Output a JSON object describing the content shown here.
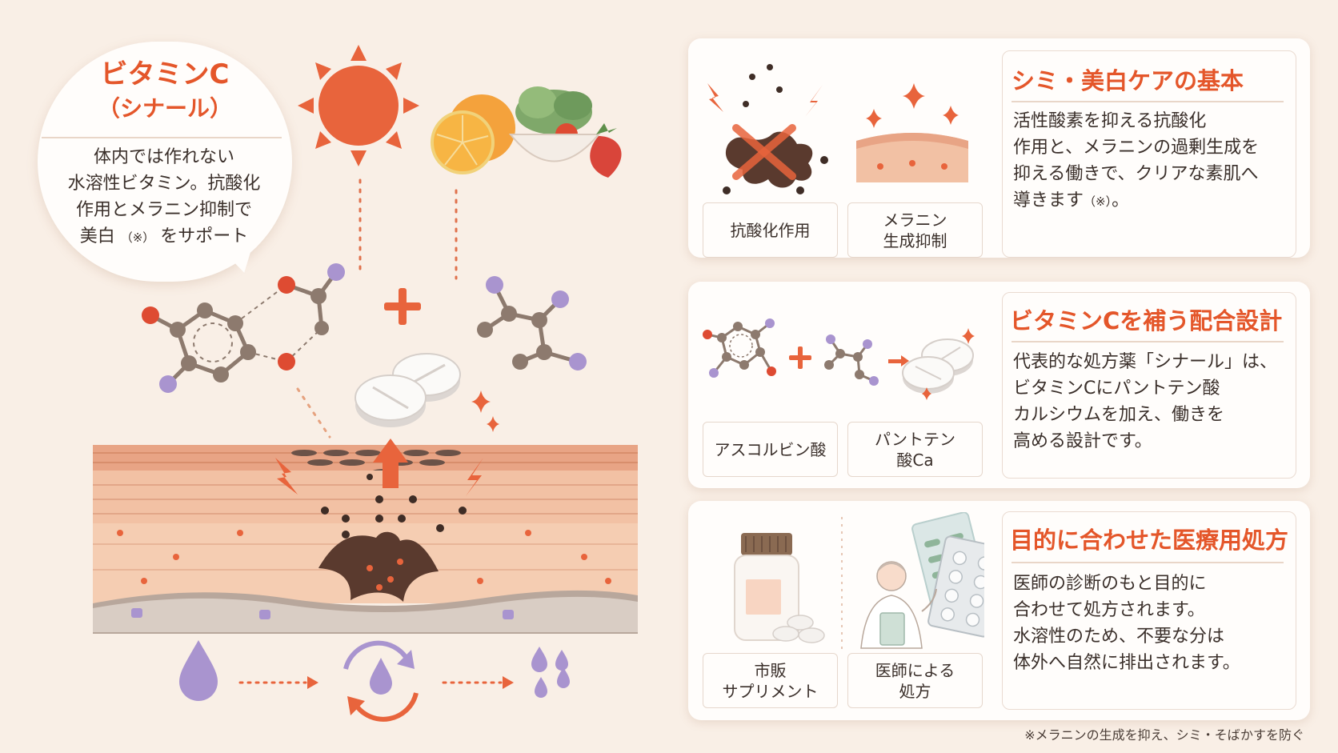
{
  "bubble": {
    "title": "ビタミンC",
    "subtitle": "（シナール）",
    "body_lines": [
      "体内では作れない",
      "水溶性ビタミン。抗酸化",
      "作用とメラニン抑制で"
    ],
    "body_last_pre": "美白",
    "body_last_note": "（※）",
    "body_last_post": "をサポート"
  },
  "cards": {
    "whitening": {
      "title": "シミ・美白ケアの基本",
      "text_lines": [
        "活性酸素を抑える抗酸化",
        "作用と、メラニンの過剰生成を",
        "抑える働きで、クリアな素肌へ"
      ],
      "text_last_pre": "導きます",
      "text_last_note": "（※）",
      "text_last_post": "。",
      "tag1": "抗酸化作用",
      "tag2_line1": "メラニン",
      "tag2_line2": "生成抑制"
    },
    "formula": {
      "title": "ビタミンCを補う配合設計",
      "text_lines": [
        "代表的な処方薬「シナール」は、",
        "ビタミンCにパントテン酸",
        "カルシウムを加え、働きを",
        "高める設計です。"
      ],
      "tag1": "アスコルビン酸",
      "tag2_line1": "パントテン",
      "tag2_line2": "酸Ca"
    },
    "prescription": {
      "title": "目的に合わせた医療用処方",
      "text_lines": [
        "医師の診断のもと目的に",
        "合わせて処方されます。",
        "水溶性のため、不要な分は",
        "体外へ自然に排出されます。"
      ],
      "tag1_line1": "市販",
      "tag1_line2": "サプリメント",
      "tag2_line1": "医師による",
      "tag2_line2": "処方"
    }
  },
  "footnote": "※メラニンの生成を抑え、シミ・そばかすを防ぐ",
  "colors": {
    "accent": "#e4562a",
    "sun": "#e8643c",
    "melanin": "#5a3a2e",
    "lavender": "#a994cf",
    "skin": "#f2c1a4",
    "background": "#f9efe6"
  },
  "icons": [
    "sun-icon",
    "fruit-salad-icon",
    "molecule-icon",
    "tablet-icon",
    "melanocyte-icon",
    "water-drop-icon",
    "recycle-icon",
    "sparkle-icon",
    "lightning-icon",
    "bottle-icon",
    "doctor-icon",
    "blister-pack-icon"
  ]
}
